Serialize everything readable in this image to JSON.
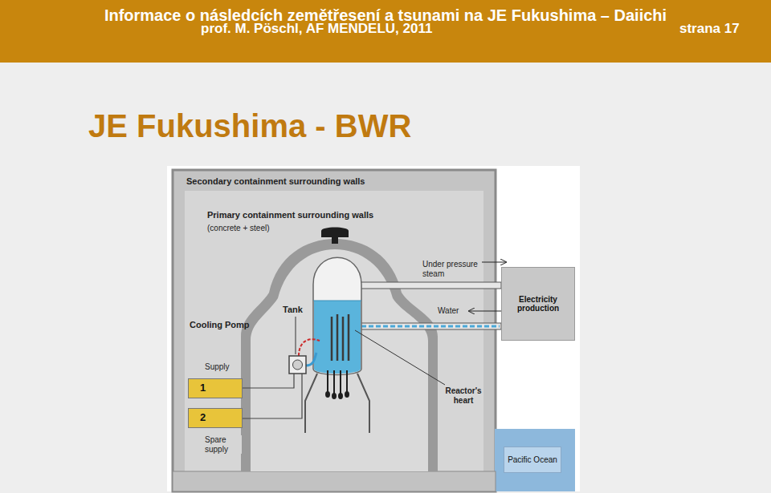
{
  "diagram": {
    "title": "JE Fukushima - BWR",
    "nodes": [
      {
        "text": [
          "Electricity production"
        ]
      },
      {
        "text": [
          "Pacific Ocean"
        ]
      },
      {
        "text": [
          "1"
        ]
      },
      {
        "text": [
          "2"
        ]
      }
    ],
    "labels": [
      "Informace o následcích zemětřesení a tsunami na JE Fukushima – Daiichi",
      "prof. M. Pöschl, AF MENDELU, 2011",
      "strana 17",
      "Secondary containment surrounding walls",
      "Primary containment surrounding walls",
      "(concrete + steel)",
      "Under pressure steam",
      "Water",
      "Tank",
      "Cooling Pomp",
      "Supply",
      "Spare supply",
      "Reactor's heart"
    ]
  }
}
